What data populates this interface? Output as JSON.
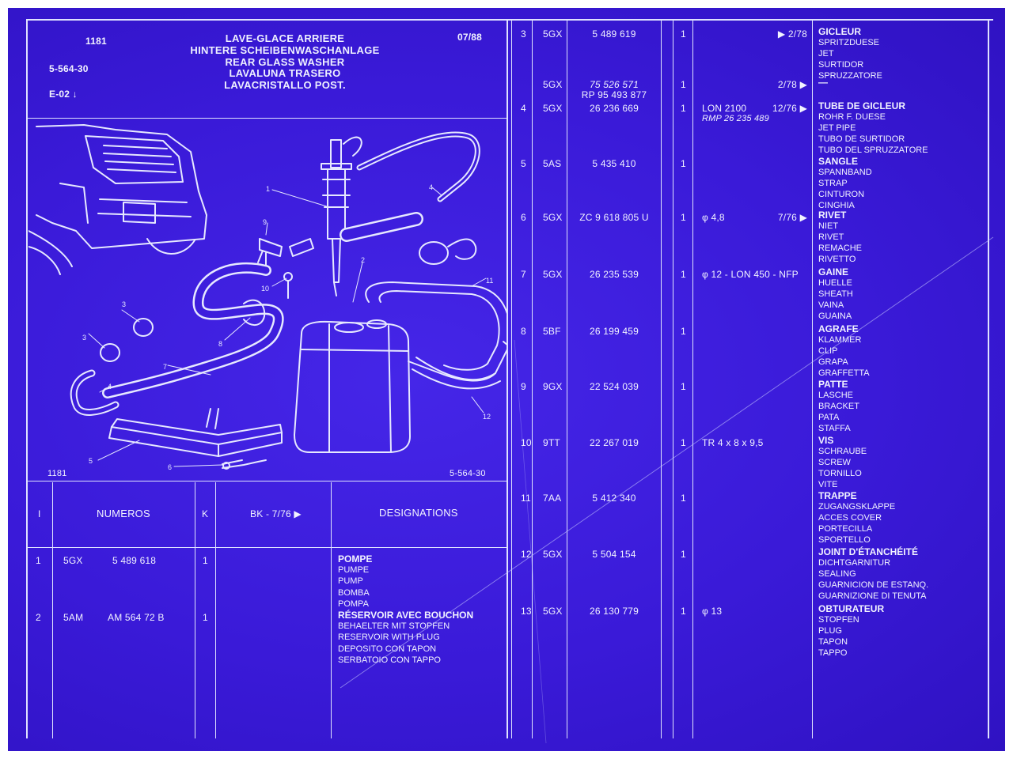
{
  "header": {
    "model": "1181",
    "ref": "5-564-30",
    "section": "E-02 ↓",
    "date": "07/88",
    "titles": [
      "LAVE-GLACE ARRIERE",
      "HINTERE SCHEIBENWASCHANLAGE",
      "REAR GLASS WASHER",
      "LAVALUNA TRASERO",
      "LAVACRISTALLO POST."
    ]
  },
  "diagram": {
    "model_label": "1181",
    "ref_label": "5-564-30",
    "callouts": [
      "1",
      "2",
      "3",
      "3",
      "4",
      "4",
      "5",
      "6",
      "7",
      "8",
      "9",
      "10",
      "11",
      "12"
    ]
  },
  "table_header": {
    "col_index": "I",
    "col_numbers": "NUMEROS",
    "col_k": "K",
    "col_date": "BK - 7/76 ▶",
    "col_designations": "DESIGNATIONS"
  },
  "left_rows": [
    {
      "n": "1",
      "code": "5GX",
      "number": "5 489 618",
      "qty": "1",
      "designations": [
        "POMPE",
        "PUMPE",
        "PUMP",
        "BOMBA",
        "POMPA"
      ]
    },
    {
      "n": "2",
      "code": "5AM",
      "number": "AM  564   72  B",
      "qty": "1",
      "designations": [
        "RÉSERVOIR AVEC BOUCHON",
        "BEHAELTER MIT STOPFEN",
        "RESERVOIR WITH PLUG",
        "DEPOSITO CON TAPON",
        "SERBATOIO CON TAPPO"
      ]
    }
  ],
  "right_rows": [
    {
      "n": "3",
      "code": "5GX",
      "number": "5 489 619",
      "qty": "1",
      "note": "",
      "date": "▶ 2/78",
      "designations": [
        "GICLEUR",
        "SPRITZDUESE",
        "JET",
        "SURTIDOR",
        "SPRUZZATORE"
      ]
    },
    {
      "n": "",
      "code": "5GX",
      "number": "75  526  571",
      "number2": "RP 95  493  877",
      "qty": "1",
      "note": "",
      "date": "2/78 ▶",
      "designations": [
        "—"
      ]
    },
    {
      "n": "4",
      "code": "5GX",
      "number": "26  236  669",
      "qty": "1",
      "note": "LON 2100",
      "note2": "RMP 26 235 489",
      "date": "12/76 ▶",
      "designations": [
        "TUBE DE GICLEUR",
        "ROHR F. DUESE",
        "JET PIPE",
        "TUBO DE SURTIDOR",
        "TUBO DEL SPRUZZATORE"
      ]
    },
    {
      "n": "5",
      "code": "5AS",
      "number": "5 435 410",
      "qty": "1",
      "note": "",
      "date": "",
      "designations": [
        "SANGLE",
        "SPANNBAND",
        "STRAP",
        "CINTURON",
        "CINGHIA"
      ]
    },
    {
      "n": "6",
      "code": "5GX",
      "number": "ZC  9  618  805  U",
      "qty": "1",
      "note": "φ 4,8",
      "date": "7/76 ▶",
      "designations": [
        "RIVET",
        "NIET",
        "RIVET",
        "REMACHE",
        "RIVETTO"
      ]
    },
    {
      "n": "7",
      "code": "5GX",
      "number": "26  235  539",
      "qty": "1",
      "note": "φ  12 - LON 450 - NFP",
      "date": "",
      "designations": [
        "GAINE",
        "HUELLE",
        "SHEATH",
        "VAINA",
        "GUAINA"
      ]
    },
    {
      "n": "8",
      "code": "5BF",
      "number": "26  199  459",
      "qty": "1",
      "note": "",
      "date": "",
      "designations": [
        "AGRAFE",
        "KLAMMER",
        "CLIP",
        "GRAPA",
        "GRAFFETTA"
      ]
    },
    {
      "n": "9",
      "code": "9GX",
      "number": "22  524  039",
      "qty": "1",
      "note": "",
      "date": "",
      "designations": [
        "PATTE",
        "LASCHE",
        "BRACKET",
        "PATA",
        "STAFFA"
      ]
    },
    {
      "n": "10",
      "code": "9TT",
      "number": "22  267  019",
      "qty": "1",
      "note": "TR 4 x 8 x 9,5",
      "date": "",
      "designations": [
        "VIS",
        "SCHRAUBE",
        "SCREW",
        "TORNILLO",
        "VITE"
      ]
    },
    {
      "n": "11",
      "code": "7AA",
      "number": "5 412 340",
      "qty": "1",
      "note": "",
      "date": "",
      "designations": [
        "TRAPPE",
        "ZUGANGSKLAPPE",
        "ACCES COVER",
        "PORTECILLA",
        "SPORTELLO"
      ]
    },
    {
      "n": "12",
      "code": "5GX",
      "number": "5 504 154",
      "qty": "1",
      "note": "",
      "date": "",
      "designations": [
        "JOINT D'ÉTANCHÉITÉ",
        "DICHTGARNITUR",
        "SEALING",
        "GUARNICION DE ESTANQ.",
        "GUARNIZIONE DI TENUTA"
      ]
    },
    {
      "n": "13",
      "code": "5GX",
      "number": "26  130  779",
      "qty": "1",
      "note": "φ  13",
      "date": "",
      "designations": [
        "OBTURATEUR",
        "STOPFEN",
        "PLUG",
        "TAPON",
        "TAPPO"
      ]
    }
  ],
  "colors": {
    "background": "#3a1ad8",
    "lines": "#dfe2ff"
  }
}
